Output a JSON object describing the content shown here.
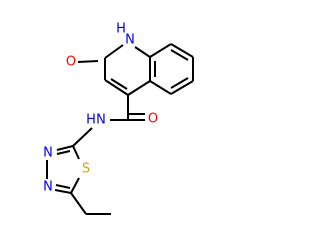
{
  "molecule": {
    "colors": {
      "bond": "#000000",
      "nitrogen": "#0000ff",
      "oxygen": "#ff0000",
      "sulfur": "#ccaa00"
    },
    "labels": {
      "n1h": "H",
      "n1": "N",
      "o_lactam": "O",
      "o_amide": "O",
      "nh_amide_n": "N",
      "nh_amide_h": "H",
      "n_ring_a": "N",
      "n_ring_b": "N",
      "s_ring": "S"
    }
  }
}
